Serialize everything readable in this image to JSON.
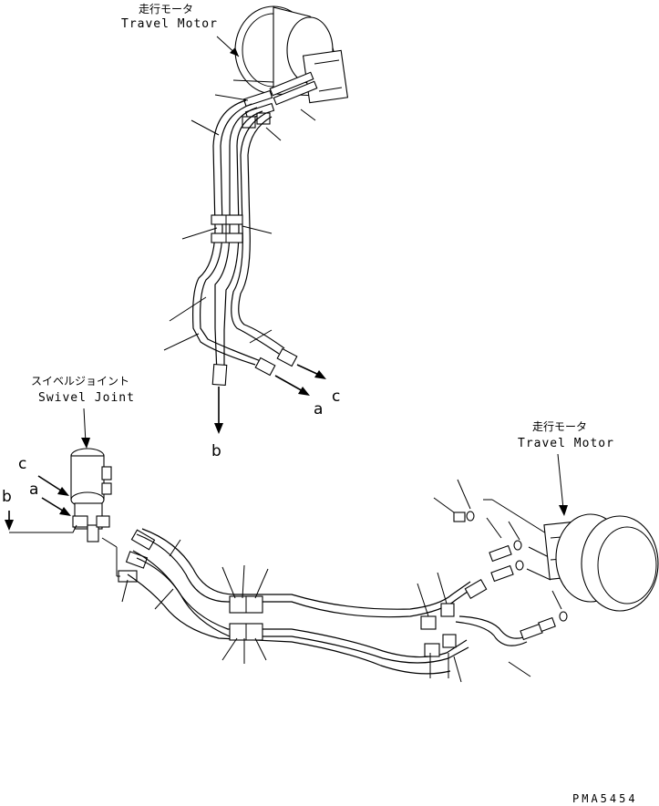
{
  "labels": {
    "top_motor_jp": "走行モータ",
    "top_motor_en": "Travel Motor",
    "swivel_jp": "スイベルジョイント",
    "swivel_en": "Swivel Joint",
    "right_motor_jp": "走行モータ",
    "right_motor_en": "Travel Motor",
    "port_a_upper": "a",
    "port_c_upper": "c",
    "port_b_upper": "b",
    "port_c_left": "c",
    "port_a_left": "a",
    "port_b_left": "b",
    "drawing_code": "PMA5454"
  }
}
